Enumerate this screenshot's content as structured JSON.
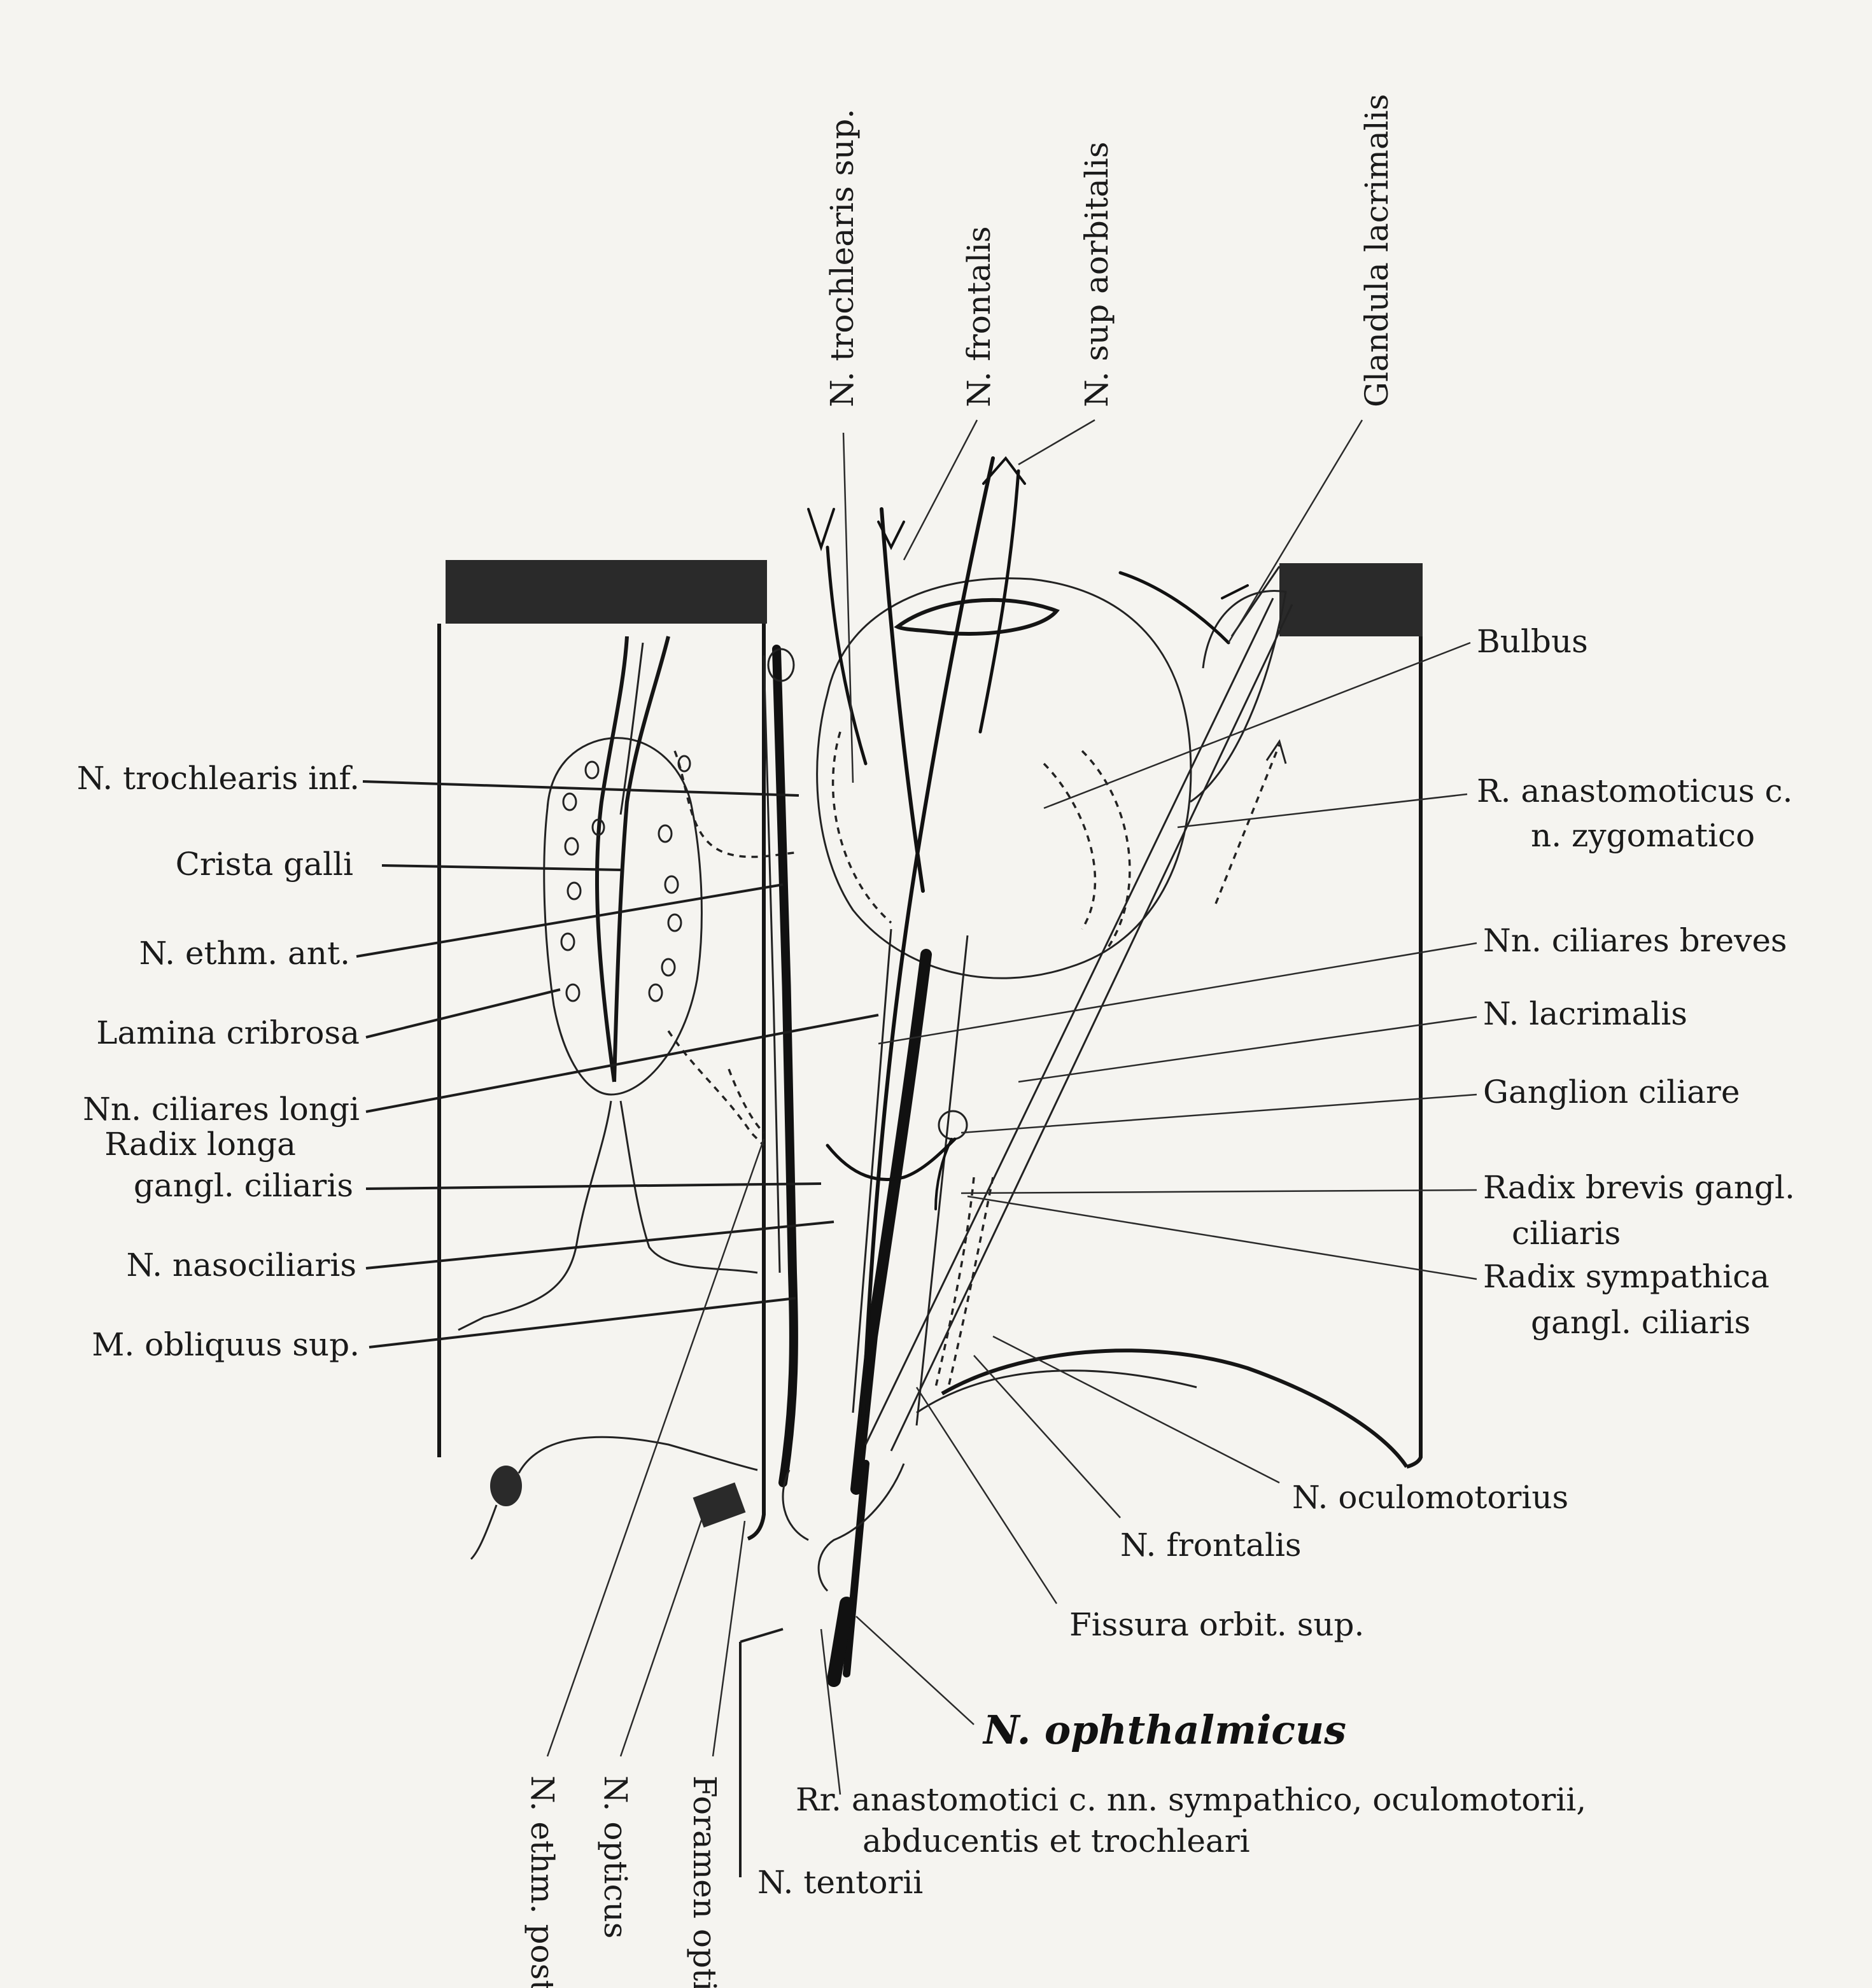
{
  "labels": {
    "top": {
      "trochlearis_sup": "N. trochlearis sup.",
      "frontalis": "N. frontalis",
      "supraorbitalis": "N. sup aorbitalis",
      "glandula": "Glandula lacrimalis"
    },
    "left": {
      "trochlearis_inf": "N. trochlearis inf.",
      "crista_galli": "Crista galli",
      "ethm_ant": "N. ethm. ant.",
      "lamina_cribrosa": "Lamina cribrosa",
      "ciliares_longi": "Nn. ciliares longi",
      "radix_longa_1": "Radix longa",
      "radix_longa_2": "gangl. ciliaris",
      "nasociliaris": "N. nasociliaris",
      "obliquus": "M. obliquus sup."
    },
    "right": {
      "bulbus": "Bulbus",
      "anastomoticus_1": "R. anastomoticus c.",
      "anastomoticus_2": "n. zygomatico",
      "ciliares_breves": "Nn. ciliares breves",
      "lacrimalis": "N. lacrimalis",
      "ganglion_ciliare": "Ganglion ciliare",
      "radix_brevis_1": "Radix brevis gangl.",
      "radix_brevis_2": "ciliaris",
      "radix_sympathica_1": "Radix sympathica",
      "radix_sympathica_2": "gangl. ciliaris"
    },
    "bottom": {
      "oculomotorius": "N. oculomotorius",
      "frontalis": "N. frontalis",
      "fissura": "Fissura orbit. sup.",
      "ophthalmicus": "N. ophthalmicus",
      "rr_anastomotici_1": "Rr. anastomotici c. nn. sympathico, oculomotorii,",
      "rr_anastomotici_2": "abducentis et trochleari",
      "tentorii": "N. tentorii"
    },
    "bottom_vertical": {
      "ethm_post": "N. ethm. post.",
      "opticus": "N. opticus",
      "foramen": "Foramen opticum"
    }
  }
}
